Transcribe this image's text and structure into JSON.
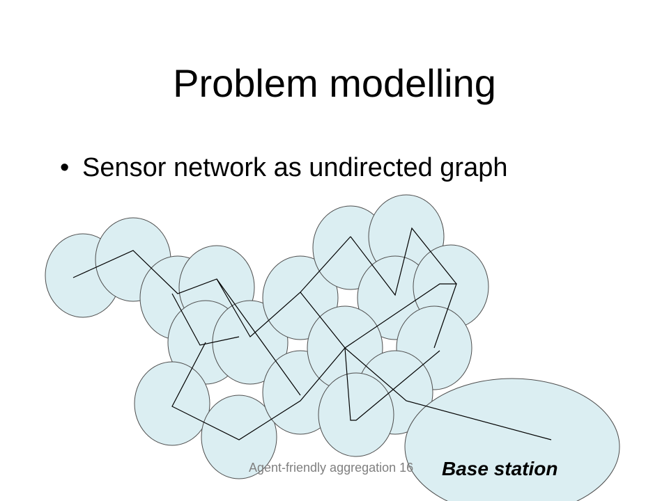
{
  "slide": {
    "title": "Problem modelling",
    "bullet": "Sensor network as undirected graph",
    "footer": "Agent-friendly aggregation 16"
  },
  "diagram": {
    "node_fill": "#dbeef2",
    "node_stroke": "#4d4d4d",
    "edge_color": "#000000",
    "base_station_label": "Base station"
  }
}
